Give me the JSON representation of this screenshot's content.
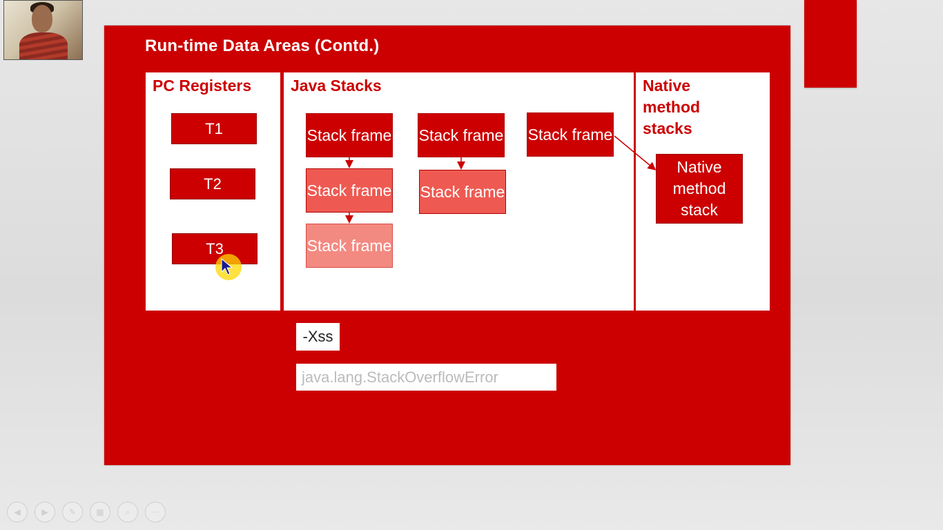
{
  "slide": {
    "title": "Run-time Data Areas (Contd.)",
    "pc_registers": {
      "heading": "PC Registers",
      "registers": [
        "T1",
        "T2",
        "T3"
      ]
    },
    "java_stacks": {
      "heading": "Java Stacks",
      "frame_label": "Stack frame",
      "frames": [
        "Stack frame",
        "Stack frame",
        "Stack frame",
        "Stack frame",
        "Stack frame",
        "Stack frame"
      ]
    },
    "native_stacks": {
      "heading": "Native method stacks",
      "box_label": "Native method stack"
    },
    "xss_option": "-Xss",
    "error_text": "java.lang.StackOverflowError"
  },
  "colors": {
    "primary_red": "#cc0000",
    "frame_medium": "#ee5a52",
    "frame_light": "#f38a82",
    "cursor_halo": "#ffd700"
  },
  "controls": [
    "previous-icon",
    "next-icon",
    "pen-icon",
    "slides-icon",
    "zoom-icon",
    "more-icon"
  ]
}
